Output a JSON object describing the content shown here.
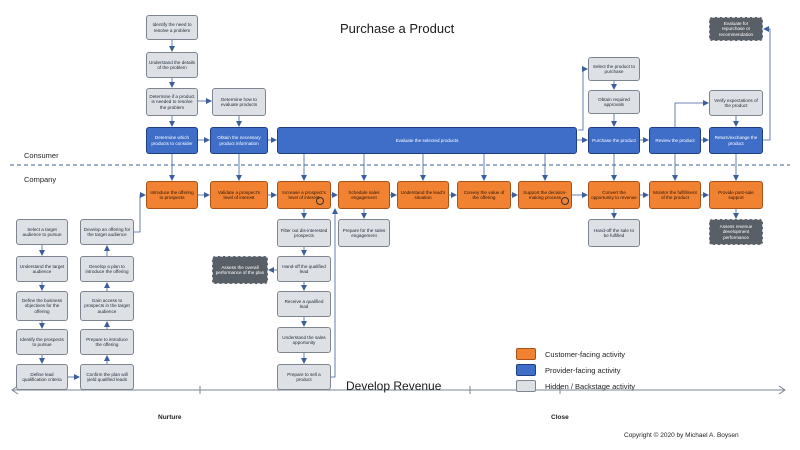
{
  "titles": {
    "top": "Purchase a Product",
    "bottom": "Develop Revenue"
  },
  "lanes": {
    "consumer": "Consumer",
    "company": "Company"
  },
  "legend": {
    "customer": "Customer-facing activity",
    "provider": "Provider-facing activity",
    "hidden": "Hidden / Backstage activity"
  },
  "phases": {
    "nurture": "Nurture",
    "close": "Close"
  },
  "copyright": "Copyright © 2020 by Michael A. Boysen",
  "colors": {
    "customer": "#f08232",
    "provider": "#3f6ec8",
    "hidden": "#dde0e5",
    "backstage_dark": "#595f66"
  },
  "boxes": {
    "c_identify_need": "Identify the need to resolve a problem",
    "c_understand_details": "Understand the details of the problem",
    "c_determine_product": "Determine if a product is needed to resolve the problem",
    "c_determine_vendors": "Determine which products to consider",
    "c_how_evaluate": "Determine how to evaluate products",
    "c_obtain_info": "Obtain the necessary product information",
    "c_evaluate": "Evaluate the selected products",
    "c_select_product": "Select the product to purchase",
    "c_obtain_approvals": "Obtain required approvals",
    "c_purchase": "Purchase the product",
    "c_review": "Review the product",
    "c_verify": "Verify expectations of the product",
    "c_return": "Return/exchange the product",
    "c_evaluate_rec": "Evaluate for repurchase or recommendation",
    "p_introduce": "Introduce the offering to prospects",
    "p_validate": "Validate a prospect's level of interest",
    "p_increase": "Increase a prospect's level of interest",
    "p_schedule": "Schedule sales engagement",
    "p_understand_situation": "Understand the lead's situation",
    "p_convey": "Convey the value of the offering",
    "p_support": "Support the decision-making process",
    "p_convert": "Convert the opportunity to revenue",
    "p_monitor": "Monitor the fulfillment of the product",
    "p_post_sale": "Provide post-sale support",
    "h_select_audience": "Select a target audience to pursue",
    "h_understand_audience": "Understand the target audience",
    "h_define_objectives": "Define the business objectives for the offering",
    "h_identify_prospects": "Identify the prospects to pursue",
    "h_define_criteria": "Define lead qualification criteria",
    "h_develop_offering": "Develop an offering for the target audience",
    "h_develop_plan": "Develop a plan to introduce the offering",
    "h_gain_access": "Gain access to prospects in the target audience",
    "h_prepare_introduce": "Prepare to introduce the offering",
    "h_confirm_plan": "Confirm the plan will yield qualified leads",
    "h_filter": "Filter out dis-interested prospects",
    "h_handoff": "Hand-off the qualified lead",
    "h_receive": "Receive a qualified lead",
    "h_understand_opportunity": "Understand the sales opportunity",
    "h_prepare_sell": "Prepare to sell a product",
    "h_prepare_engagement": "Prepare for the sales engagement",
    "h_handoff_fulfill": "Hand-off the sale to be fulfilled",
    "d_assess_plan": "Assess the overall performance of the plan",
    "d_assess_revenue": "Assess revenue development performance"
  }
}
